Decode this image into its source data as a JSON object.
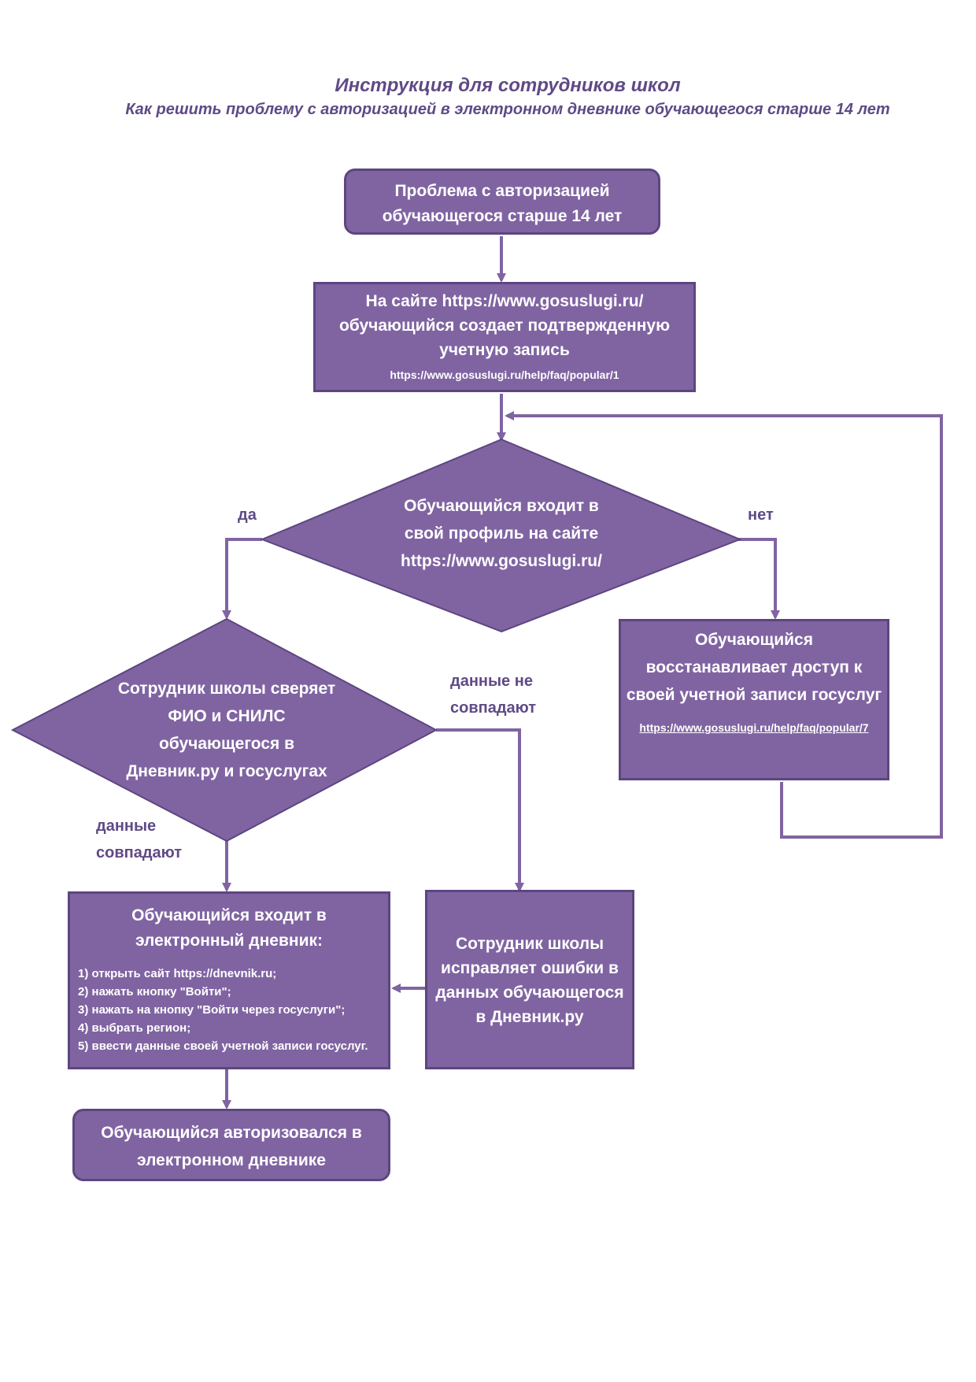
{
  "header": {
    "title": "Инструкция для сотрудников школ",
    "subtitle": "Как решить проблему с авторизацией в электронном дневнике обучающегося старше 14 лет"
  },
  "nodes": {
    "start": {
      "text": "Проблема с авторизацией обучающегося старше 14 лет"
    },
    "create_account": {
      "text": "На сайте https://www.gosuslugi.ru/ обучающийся создает подтвержденную учетную запись",
      "link": "https://www.gosuslugi.ru/help/faq/popular/1"
    },
    "login_decision": {
      "text": "Обучающийся входит в свой профиль на сайте https://www.gosuslugi.ru/"
    },
    "restore_access": {
      "text": "Обучающийся восстанавливает доступ к своей учетной записи госуслуг",
      "link": "https://www.gosuslugi.ru/help/faq/popular/7"
    },
    "verify_decision": {
      "text": "Сотрудник школы сверяет ФИО и СНИЛС обучающегося в Дневник.ру и госуслугах"
    },
    "login_diary": {
      "title": "Обучающийся входит в электронный дневник:",
      "steps": [
        "1) открыть сайт https://dnevnik.ru;",
        "2) нажать кнопку \"Войти\";",
        "3) нажать на кнопку \"Войти через госуслуги\";",
        "4) выбрать регион;",
        "5) ввести данные своей учетной записи госуслуг."
      ]
    },
    "fix_errors": {
      "text": "Сотрудник школы исправляет ошибки в данных обучающегося в Дневник.ру"
    },
    "finish": {
      "text": "Обучающийся авторизовался в электронном дневнике"
    }
  },
  "labels": {
    "yes": "да",
    "no": "нет",
    "mismatch": "данные не совпадают",
    "match": "данные совпадают"
  },
  "colors": {
    "fill": "#8064a2",
    "border": "#5c467f",
    "text_accent": "#5f4a86"
  }
}
